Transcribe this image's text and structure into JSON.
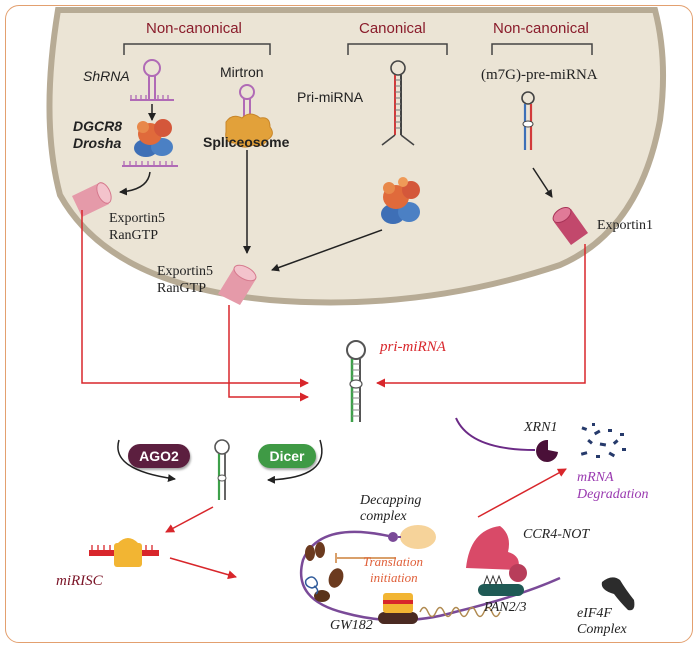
{
  "headers": {
    "non_canonical_left": "Non-canonical",
    "canonical": "Canonical",
    "non_canonical_right": "Non-canonical"
  },
  "sources": {
    "shrna": "ShRNA",
    "mirtron": "Mirtron",
    "pri_mirna_nuclear": "Pri-miRNA",
    "m7g_pre_mirna": "(m7G)-pre-miRNA"
  },
  "enzymes": {
    "dgcr8": "DGCR8",
    "drosha": "Drosha",
    "spliceosome": "Spliceosome"
  },
  "exporters": {
    "exportin5_left_line1": "Exportin5",
    "exportin5_left_line2": "RanGTP",
    "exportin5_center_line1": "Exportin5",
    "exportin5_center_line2": "RanGTP",
    "exportin1": "Exportin1"
  },
  "cytoplasm": {
    "pri_mirna": "pri-miRNA",
    "ago2": "AGO2",
    "dicer": "Dicer",
    "xrn1": "XRN1",
    "mrna_degradation_line1": "mRNA",
    "mrna_degradation_line2": "Degradation",
    "decapping_line1": "Decapping",
    "decapping_line2": "complex",
    "translation_line1": "Translation",
    "translation_line2": "initiation",
    "ccr4_not": "CCR4-NOT",
    "pan2_3": "PAN2/3",
    "eif4f_line1": "eIF4F",
    "eif4f_line2": "Complex",
    "mirisc": "miRISC",
    "gw182": "GW182"
  },
  "colors": {
    "frame": "#e3a06f",
    "nucleus_fill": "#ebe4d5",
    "nucleus_border": "#b7ab95",
    "header_text": "#8a1c2b",
    "arrow_red": "#d8262b",
    "ago2_pill": "#5c1f3f",
    "dicer_pill": "#3f9a45",
    "degradation_text": "#9a3ab0"
  }
}
